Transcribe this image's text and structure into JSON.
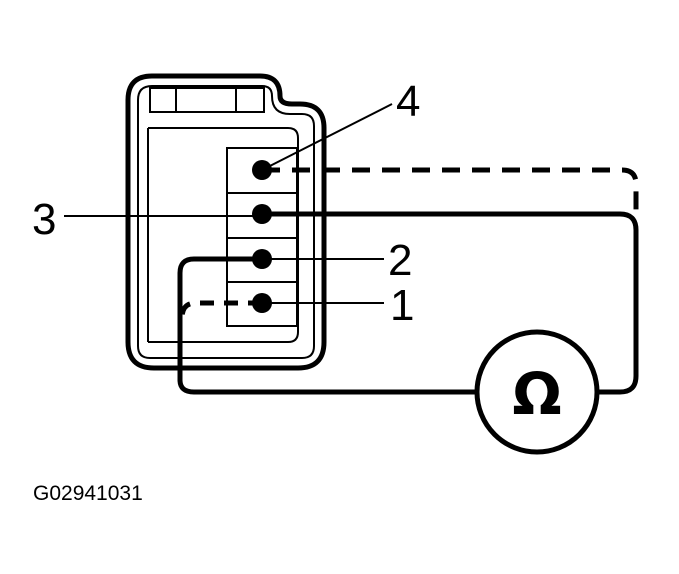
{
  "diagram": {
    "pin_labels": {
      "pin1": "1",
      "pin2": "2",
      "pin3": "3",
      "pin4": "4"
    },
    "meter_symbol": "Ω",
    "figure_code": "G02941031",
    "colors": {
      "line": "#000000",
      "background": "#ffffff"
    }
  }
}
